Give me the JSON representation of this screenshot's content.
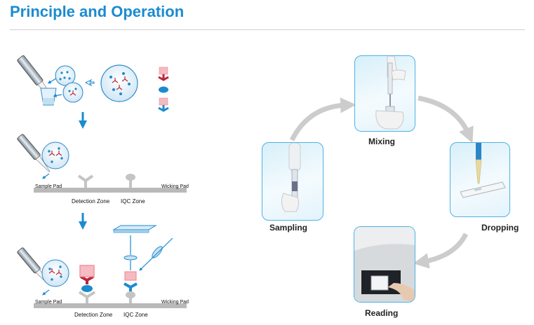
{
  "title": "Principle and Operation",
  "left_diagram": {
    "stage2": {
      "sample_pad": "Sample Pad",
      "wicking_pad": "Wicking Pad",
      "detection_zone": "Detection Zone",
      "iqc_zone": "IQC Zone"
    },
    "stage3": {
      "sample_pad": "Sample Pad",
      "wicking_pad": "Wicking Pad",
      "detection_zone": "Detection Zone",
      "iqc_zone": "IQC Zone"
    }
  },
  "steps": {
    "sampling": "Sampling",
    "mixing": "Mixing",
    "dropping": "Dropping",
    "reading": "Reading"
  },
  "colors": {
    "title": "#1b8bd0",
    "accent_blue": "#1b8bd0",
    "antibody_red": "#b7283a",
    "card_border": "#4db2e6",
    "cycle_arrow": "#cccccc"
  }
}
